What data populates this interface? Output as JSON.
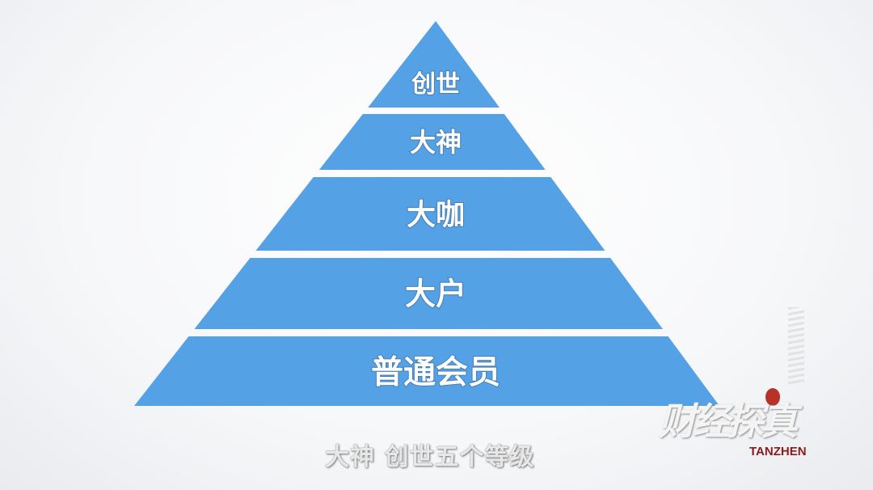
{
  "diagram": {
    "type": "pyramid",
    "fill_color": "#55a1e6",
    "levels": [
      {
        "label": "创世"
      },
      {
        "label": "大神"
      },
      {
        "label": "大咖"
      },
      {
        "label": "大户"
      },
      {
        "label": "普通会员"
      }
    ]
  },
  "subtitle": "大神 创世五个等级",
  "logo": {
    "text_cn": "财经探真",
    "text_en": "TANZHEN"
  }
}
